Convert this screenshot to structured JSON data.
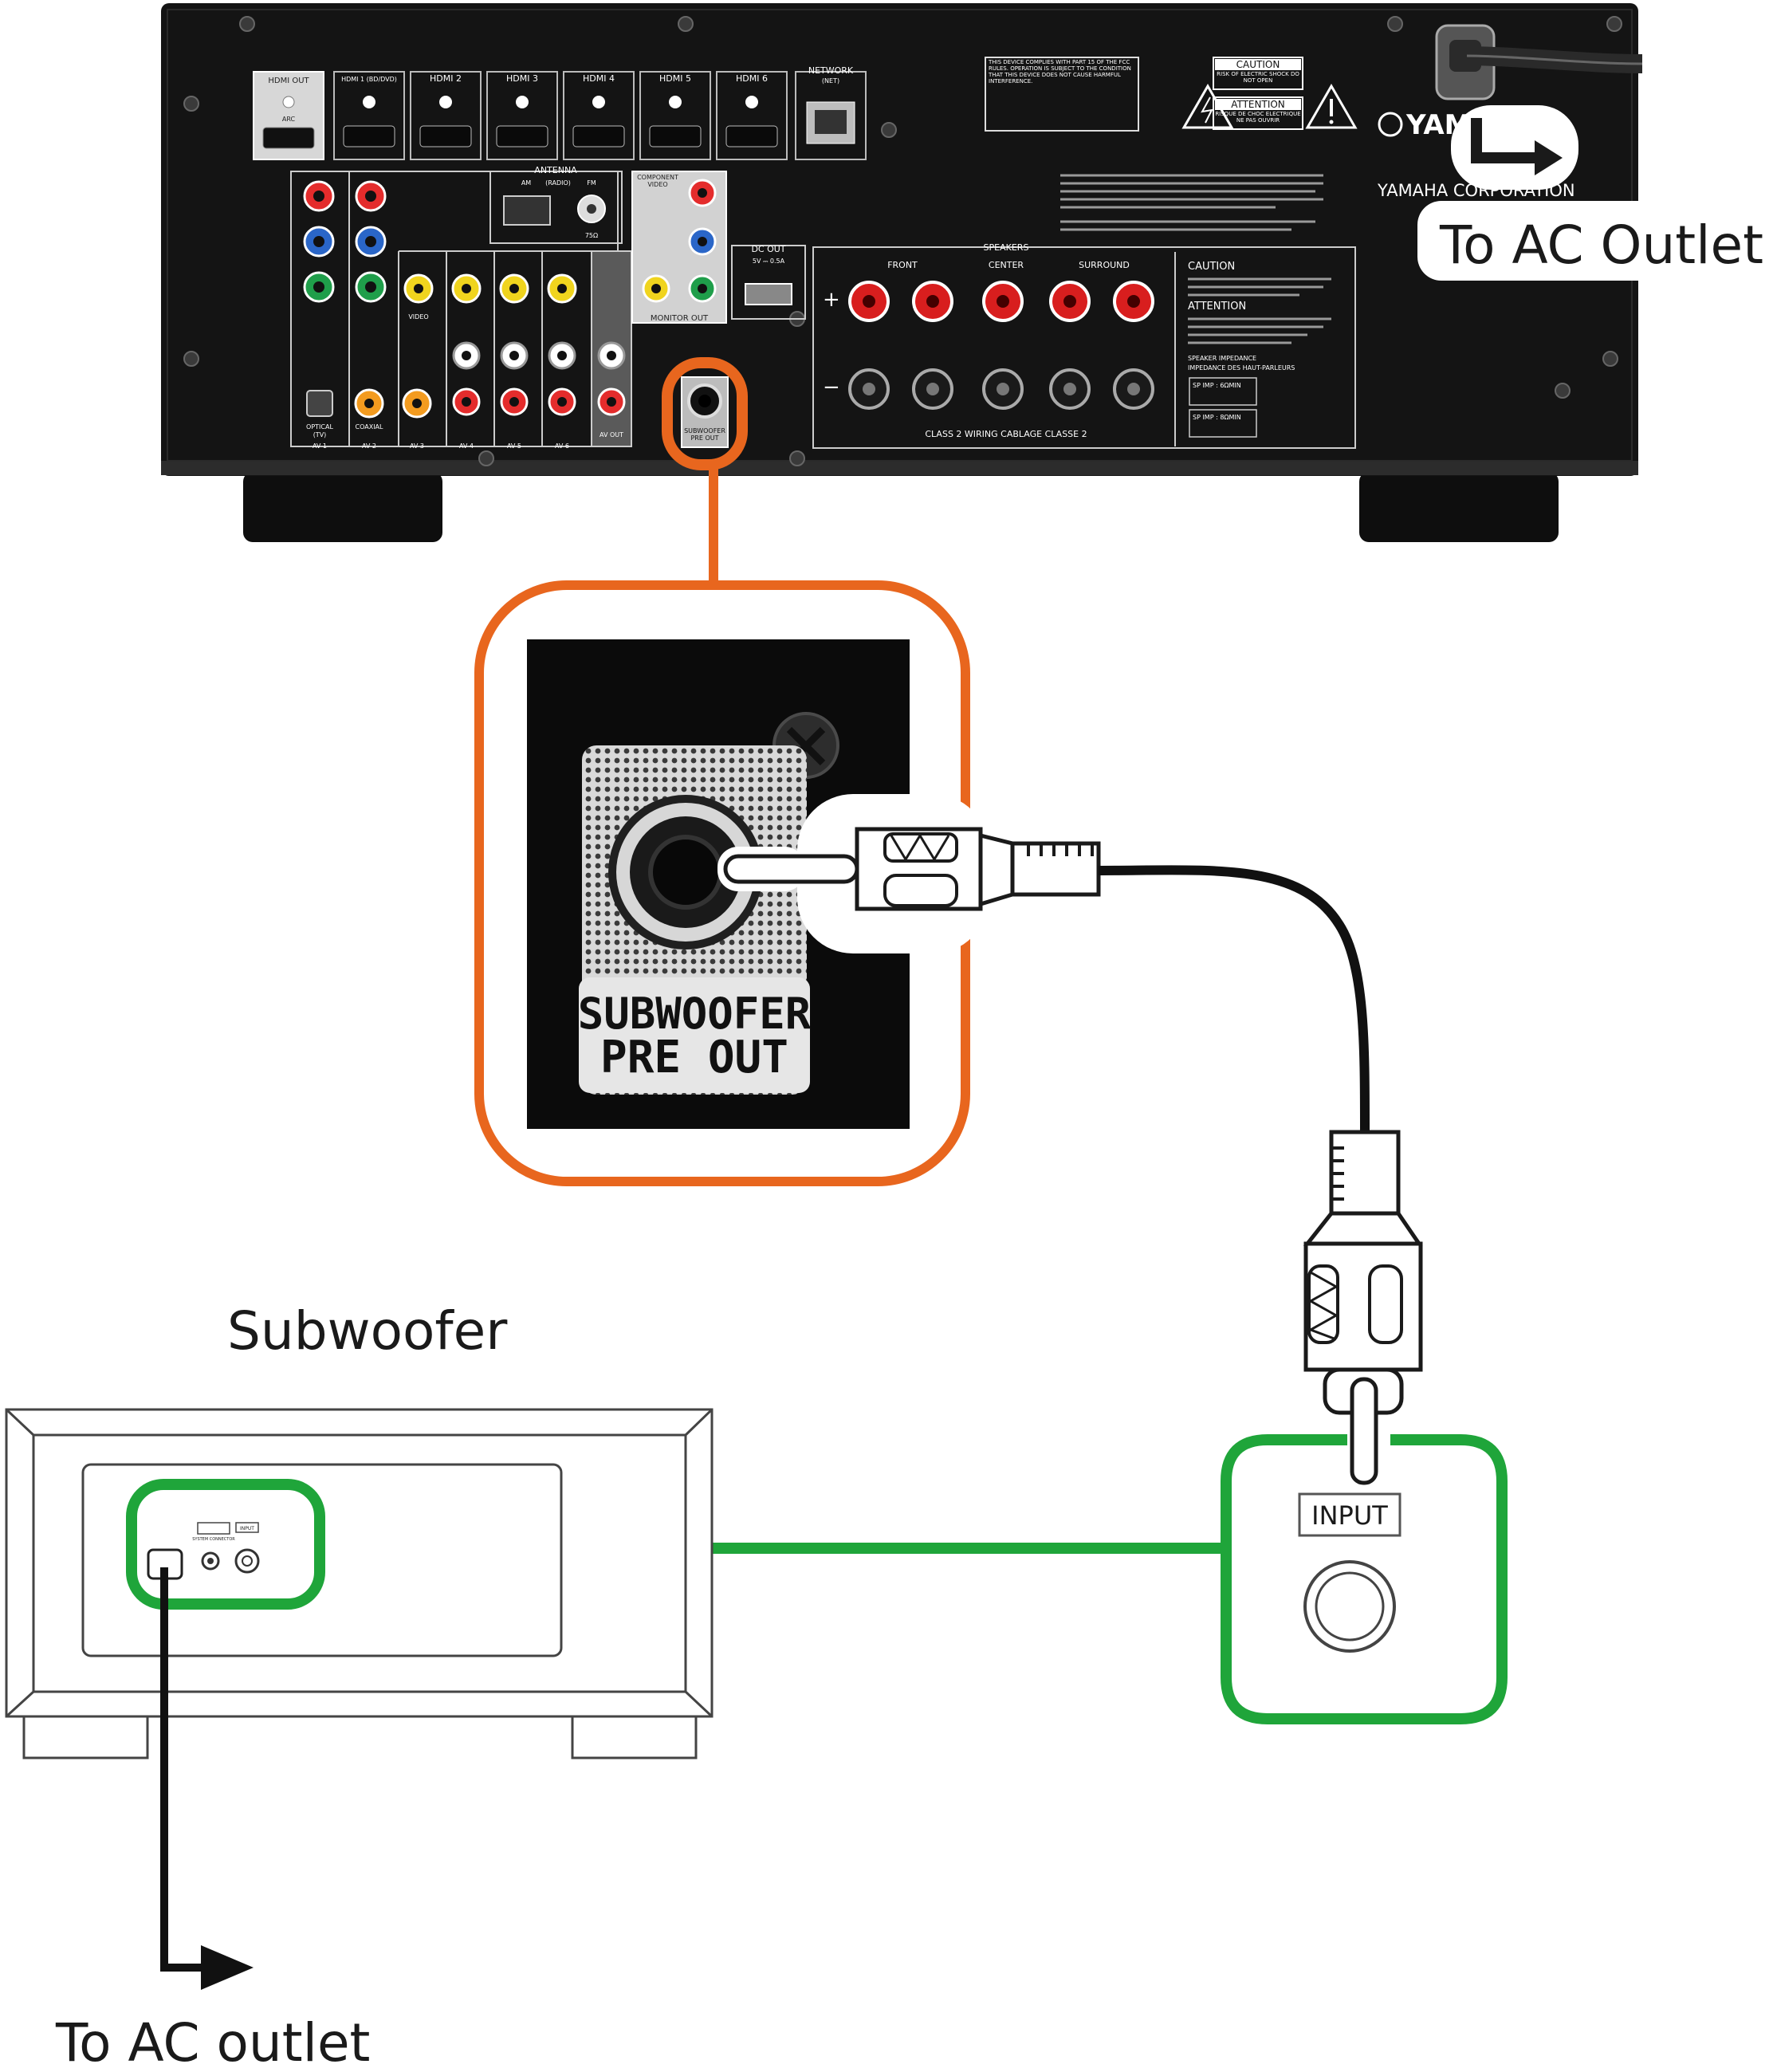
{
  "receiver": {
    "hdmi_out_label": "HDMI OUT",
    "hdmi_arc_label": "ARC",
    "hdmi_inputs": [
      "HDMI 1 (BD/DVD)",
      "HDMI 2",
      "HDMI 3",
      "HDMI 4",
      "HDMI 5",
      "HDMI 6"
    ],
    "network_label": "NETWORK",
    "network_sub": "(NET)",
    "antenna_label": "ANTENNA",
    "antenna_am": "AM",
    "antenna_radio": "(RADIO)",
    "antenna_fm": "FM",
    "antenna_ohm": "75Ω",
    "component_video_label": "COMPONENT VIDEO",
    "monitor_out_label": "MONITOR OUT",
    "dc_out_label": "DC OUT",
    "dc_out_rating": "5V ⎓ 0.5A",
    "video_label": "VIDEO",
    "optical_label": "OPTICAL",
    "optical_tv": "(TV)",
    "coaxial_label": "COAXIAL",
    "av_labels": [
      "AV 1",
      "AV 2",
      "AV 3",
      "AV 4",
      "AV 5",
      "AV 6"
    ],
    "av_out_label": "AV OUT",
    "subwoofer_small_label": "SUBWOOFER PRE OUT",
    "speakers_label": "SPEAKERS",
    "speaker_front": "FRONT",
    "speaker_center": "CENTER",
    "speaker_surround": "SURROUND",
    "class2_label": "CLASS 2 WIRING     CABLAGE CLASSE 2",
    "caution_box_title": "CAUTION",
    "caution_box_text": "RISK OF ELECTRIC SHOCK DO NOT OPEN",
    "attention_box_title": "ATTENTION",
    "attention_box_text": "RISQUE DE CHOC ELECTRIQUE NE PAS OUVRIR",
    "fcc_text": "THIS DEVICE COMPLIES WITH PART 15 OF THE FCC RULES. OPERATION IS SUBJECT TO THE CONDITION THAT THIS DEVICE DOES NOT CAUSE HARMFUL INTERFERENCE.",
    "brand": "YAMAHA",
    "corporation": "YAMAHA CORPORATION",
    "speaker_caution_title": "CAUTION",
    "speaker_attention_title": "ATTENTION",
    "speaker_impedance": "SPEAKER IMPEDANCE",
    "impedance_fr": "IMPEDANCE DES HAUT-PARLEURS",
    "sp_imp_1": "SP IMP : 6ΩMIN",
    "sp_imp_2": "SP IMP : 8ΩMIN"
  },
  "zoom": {
    "label_line1": "SUBWOOFER",
    "label_line2": "PRE OUT"
  },
  "subwoofer": {
    "title": "Subwoofer",
    "input_label": "INPUT",
    "small_system_label": "SYSTEM CONNECTOR",
    "small_input_label": "INPUT"
  },
  "callouts": {
    "receiver_ac": "To AC Outlet",
    "subwoofer_ac": "To AC outlet"
  },
  "colors": {
    "highlight_orange": "#e8661e",
    "highlight_green": "#1fa53a",
    "receiver_body": "#141414",
    "cable": "#111111"
  }
}
